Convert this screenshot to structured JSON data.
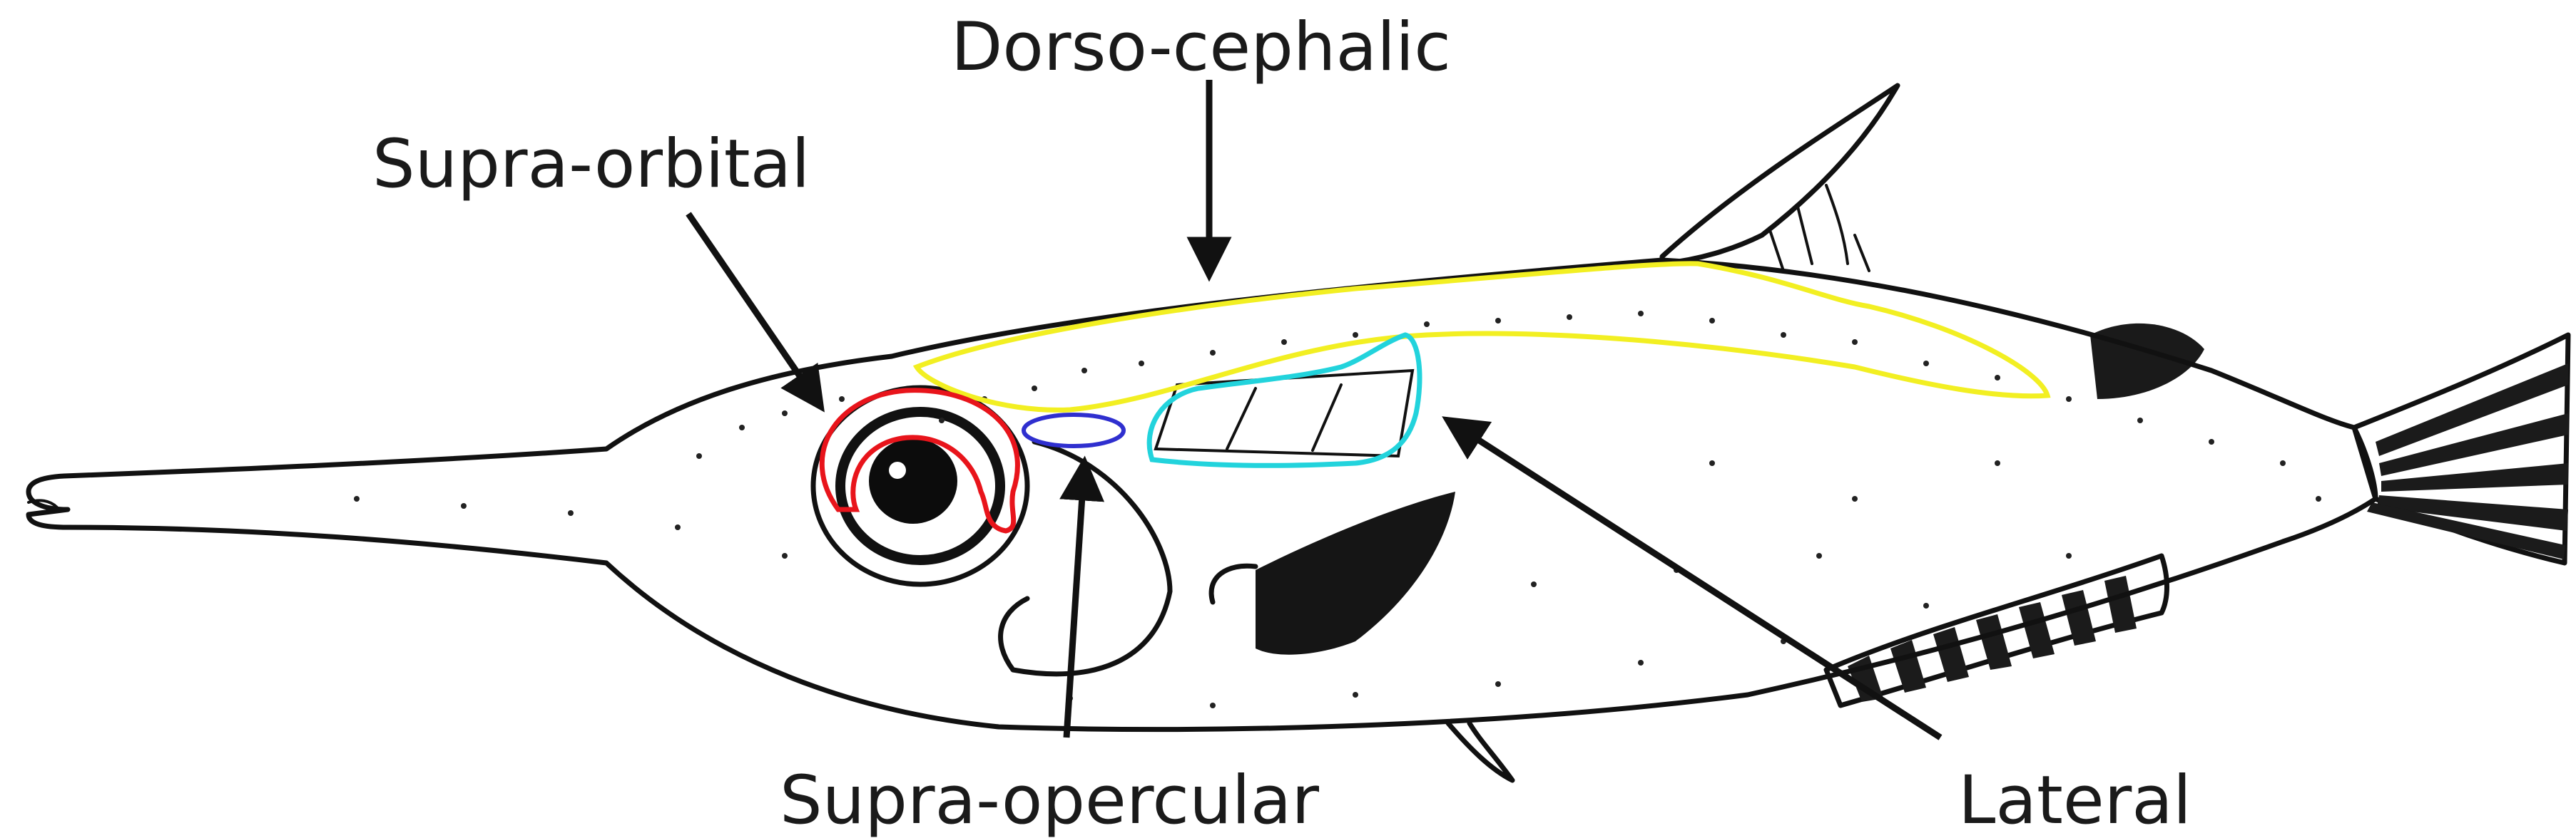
{
  "labels": {
    "dorso_cephalic": "Dorso-cephalic",
    "supra_orbital": "Supra-orbital",
    "supra_opercular": "Supra-opercular",
    "lateral": "Lateral"
  },
  "colors": {
    "dorso_cephalic": "#f2ef22",
    "supra_orbital": "#e8141b",
    "supra_opercular": "#2f2fcf",
    "lateral": "#22d3dc",
    "ink": "#111111"
  }
}
